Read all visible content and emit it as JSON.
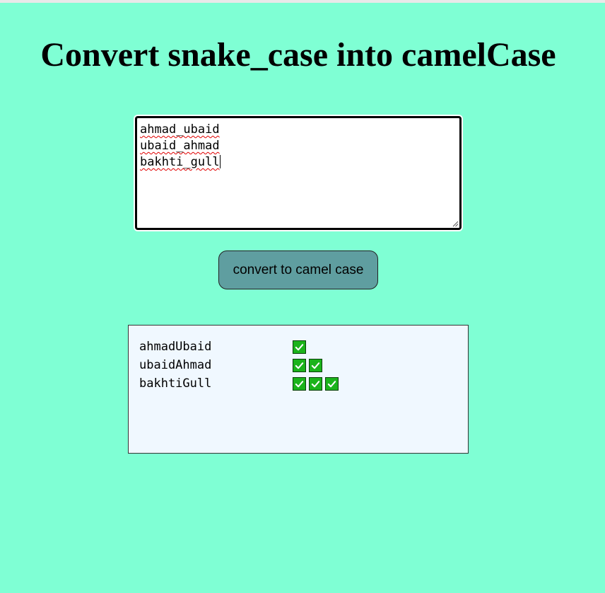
{
  "page": {
    "title": "Convert snake_case into camelCase",
    "background": "#7fffd4"
  },
  "input": {
    "lines": [
      "ahmad_ubaid",
      "ubaid_ahmad",
      "bakhti_gull"
    ]
  },
  "button": {
    "label": "convert to camel case",
    "color": "#5f9ea0"
  },
  "output": {
    "background": "#f0f8ff",
    "rows": [
      {
        "word": "ahmadUbaid",
        "checks": 1
      },
      {
        "word": "ubaidAhmad",
        "checks": 2
      },
      {
        "word": "bakhtiGull",
        "checks": 3
      }
    ],
    "check_icon": "check-mark-icon",
    "check_color": "#1bb31b"
  }
}
